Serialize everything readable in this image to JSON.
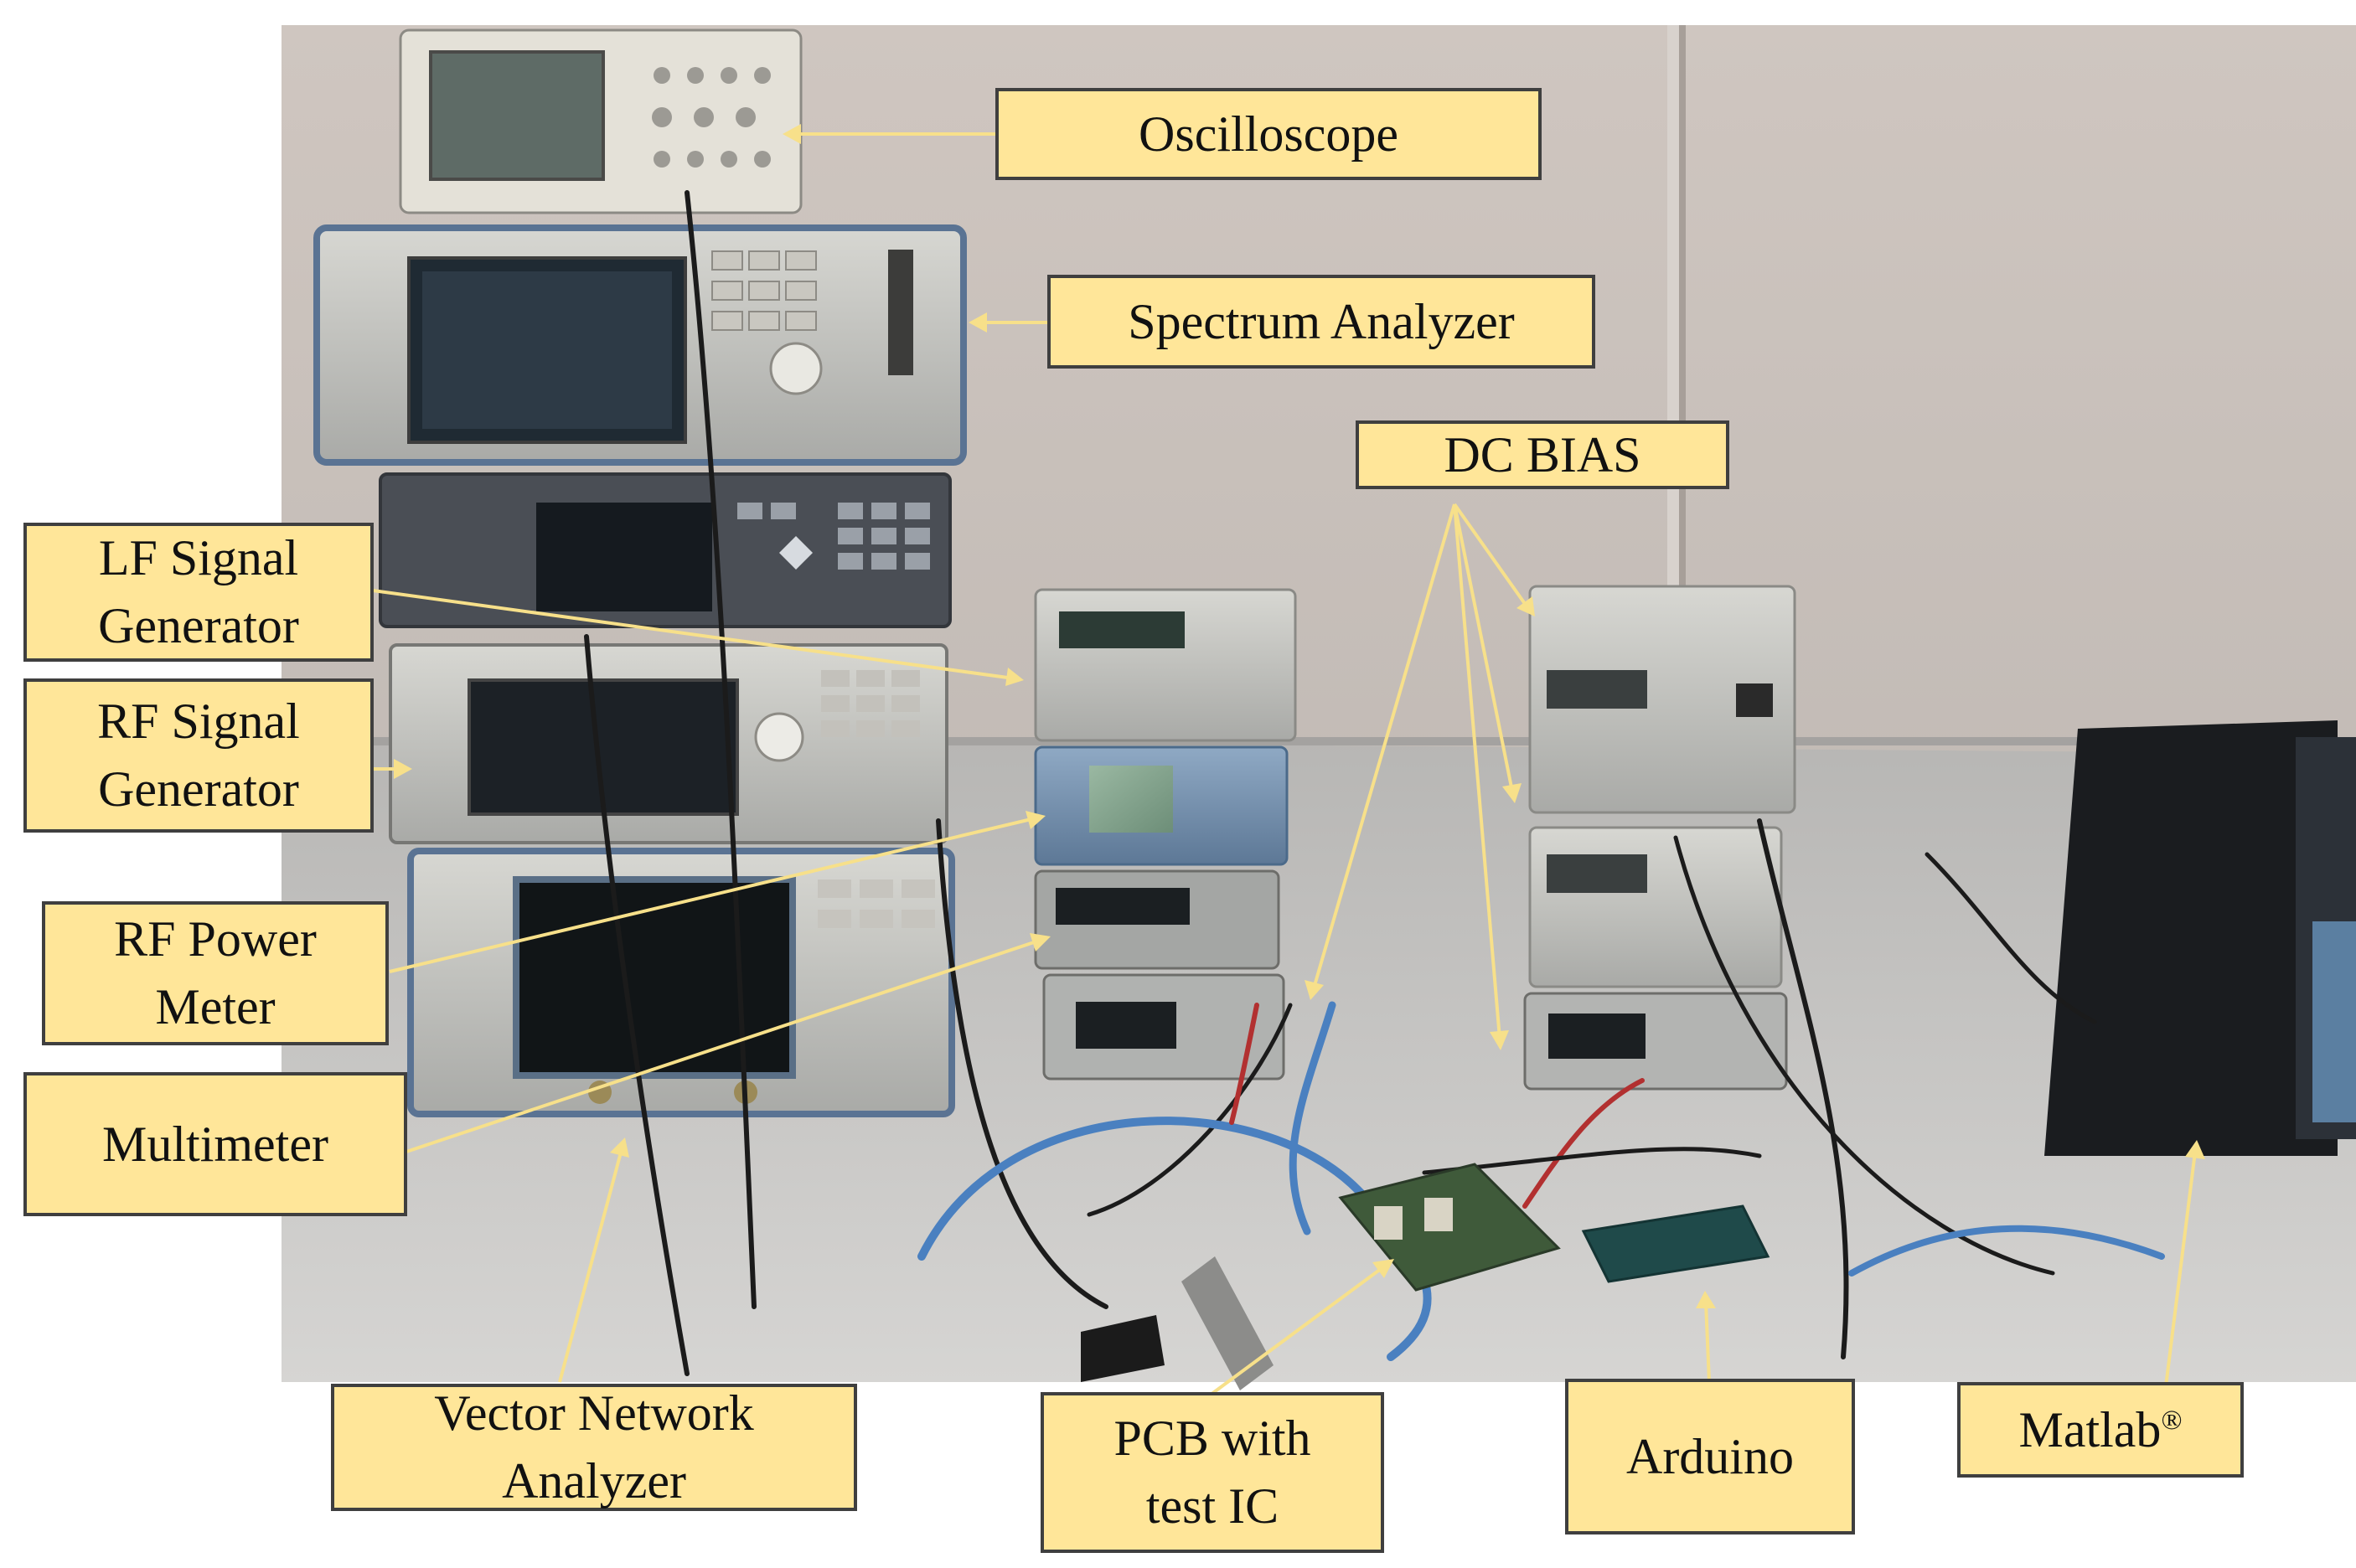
{
  "labels": {
    "oscilloscope": "Oscilloscope",
    "spectrum_analyzer": "Spectrum  Analyzer",
    "dc_bias": "DC BIAS",
    "lf_signal_generator": [
      "LF  Signal",
      "Generator"
    ],
    "rf_signal_generator": [
      "RF  Signal",
      "Generator"
    ],
    "rf_power_meter": [
      "RF  Power",
      "Meter"
    ],
    "multimeter": "Multimeter",
    "vector_network_analyzer": [
      "Vector  Network",
      "Analyzer"
    ],
    "pcb_with_test_ic": [
      "PCB with",
      "test IC"
    ],
    "arduino": "Arduino",
    "matlab": "Matlab",
    "matlab_mark": "®"
  },
  "colors": {
    "label_fill": "#ffe699",
    "label_border": "#3f3f3f",
    "leader_line": "#f7e08a"
  }
}
